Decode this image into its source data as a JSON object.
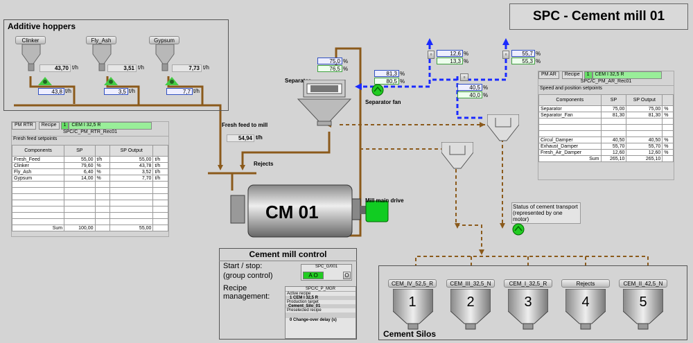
{
  "title": "SPC - Cement mill 01",
  "hoppers": {
    "title": "Additive hoppers",
    "items": [
      {
        "name": "Clinker",
        "pv": "43,70",
        "sp": "43,8"
      },
      {
        "name": "Fly_Ash",
        "pv": "3,51",
        "sp": "3,5"
      },
      {
        "name": "Gypsum",
        "pv": "7,73",
        "sp": "7,7"
      }
    ],
    "unit": "t/h"
  },
  "fresh_feed": {
    "label": "Fresh feed to mill",
    "value": "54,94",
    "unit": "t/h"
  },
  "rejects_label": "Rejects",
  "separator": {
    "label": "Separator",
    "pv": "75,0",
    "sp": "76,5",
    "unit": "%"
  },
  "separator_fan": {
    "label": "Separator fan",
    "pv": "81,3",
    "sp": "80,5",
    "unit": "%"
  },
  "damper1": {
    "pv": "12,6",
    "sp": "13,3",
    "unit": "%"
  },
  "damper2": {
    "pv": "55,7",
    "sp": "55,3",
    "unit": "%"
  },
  "damper3": {
    "pv": "40,5",
    "sp": "40,0",
    "unit": "%"
  },
  "mill": {
    "label": "CM 01",
    "drive": "Mill main drive"
  },
  "transport_status": "Status of cement transport (represented by one motor)",
  "rtr_table": {
    "tab1": "PM RTR",
    "tab2": "Recipe",
    "num": "1",
    "recipe": "CEM I 32,5 R",
    "rec_id": "SPC/C_PM_RTR_Rec01",
    "section": "Fresh feed setpoints",
    "cols": [
      "Components",
      "SP",
      "",
      "SP Output",
      ""
    ],
    "rows": [
      [
        "Fresh_Feed",
        "55,00",
        "t/h",
        "55,00",
        "t/h"
      ],
      [
        "Clinker",
        "79,60",
        "%",
        "43,78",
        "t/h"
      ],
      [
        "Fly_Ash",
        "6,40",
        "%",
        "3,52",
        "t/h"
      ],
      [
        "Gypsum",
        "14,00",
        "%",
        "7,70",
        "t/h"
      ]
    ],
    "sum": [
      "Sum",
      "100,00",
      "",
      "55,00",
      ""
    ]
  },
  "ar_table": {
    "tab1": "PM AR",
    "tab2": "Recipe",
    "num": "1",
    "recipe": "CEM I 32,5 R",
    "rec_id": "SPC/C_PM_AR_Rec01",
    "section": "Speed and position setpoints",
    "cols": [
      "Components",
      "SP",
      "SP Output",
      ""
    ],
    "rows": [
      [
        "Separator",
        "75,00",
        "75,00",
        "%"
      ],
      [
        "Separator_Fan",
        "81,30",
        "81,30",
        "%"
      ],
      [
        "Circul_Damper",
        "40,50",
        "40,50",
        "%"
      ],
      [
        "Exhaust_Damper",
        "55,70",
        "55,70",
        "%"
      ],
      [
        "Fresh_Air_Damper",
        "12,60",
        "12,60",
        "%"
      ]
    ],
    "sum": [
      "Sum",
      "265,10",
      "265,10",
      ""
    ]
  },
  "control": {
    "title": "Cement mill control",
    "start_stop": "Start / stop:",
    "group": "(group control)",
    "grp_id": "SPC_G/001",
    "btn_on": "A O",
    "btn_off": "O",
    "recipe_mgmt": "Recipe management:",
    "mgr_id": "SPC/C_P_MGR",
    "active_recipe_lbl": "Active recipe",
    "active_recipe": "1   CEM I 32,5 R",
    "prod_target_lbl": "Production target",
    "prod_target": "Cement_Silo_01",
    "preselected_lbl": "Preselected recipe",
    "changeover": "0   Change-over delay (s)"
  },
  "silos": {
    "title": "Cement Silos",
    "items": [
      {
        "name": "CEM_IV_52,5_R",
        "num": "1"
      },
      {
        "name": "CEM_III_32,5_N",
        "num": "2"
      },
      {
        "name": "CEM_I_32,5_R",
        "num": "3"
      },
      {
        "name": "Rejects",
        "num": "4"
      },
      {
        "name": "CEM_II_42,5_N",
        "num": "5"
      }
    ]
  }
}
